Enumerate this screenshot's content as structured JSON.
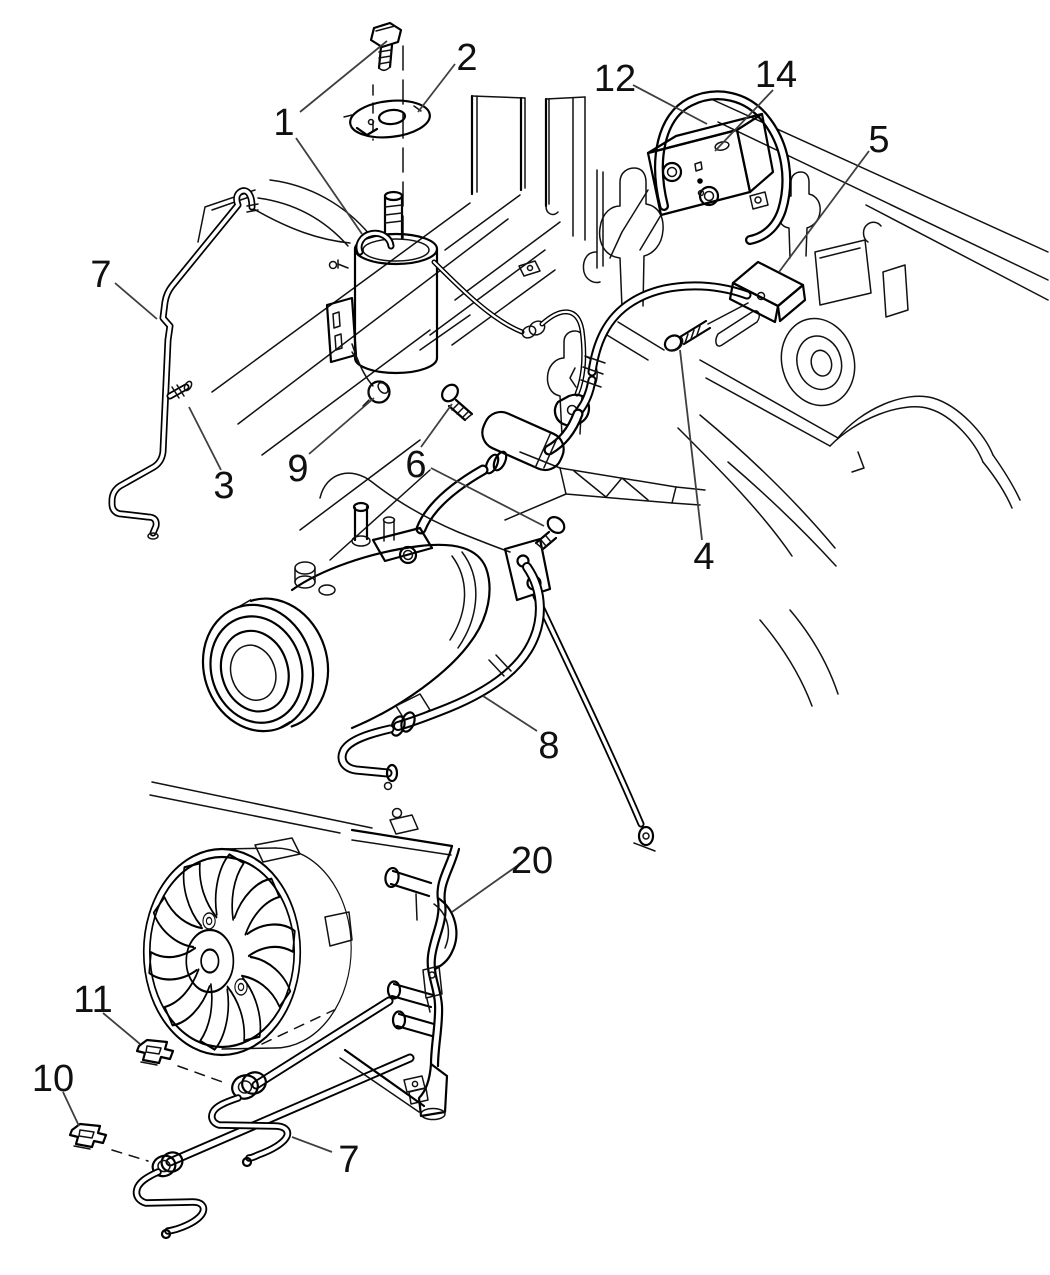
{
  "diagram": {
    "type": "exploded-parts-line-diagram",
    "background_color": "#ffffff",
    "ink_color": "#000000",
    "leader_line_color": "#3f3f3f",
    "callouts": [
      {
        "id": "callout-1",
        "label": "1"
      },
      {
        "id": "callout-2",
        "label": "2"
      },
      {
        "id": "callout-12",
        "label": "12"
      },
      {
        "id": "callout-14",
        "label": "14"
      },
      {
        "id": "callout-5",
        "label": "5"
      },
      {
        "id": "callout-7-upper",
        "label": "7"
      },
      {
        "id": "callout-3",
        "label": "3"
      },
      {
        "id": "callout-9",
        "label": "9"
      },
      {
        "id": "callout-6",
        "label": "6"
      },
      {
        "id": "callout-4",
        "label": "4"
      },
      {
        "id": "callout-8",
        "label": "8"
      },
      {
        "id": "callout-20",
        "label": "20"
      },
      {
        "id": "callout-11",
        "label": "11"
      },
      {
        "id": "callout-10",
        "label": "10"
      },
      {
        "id": "callout-7-lower",
        "label": "7"
      }
    ]
  }
}
